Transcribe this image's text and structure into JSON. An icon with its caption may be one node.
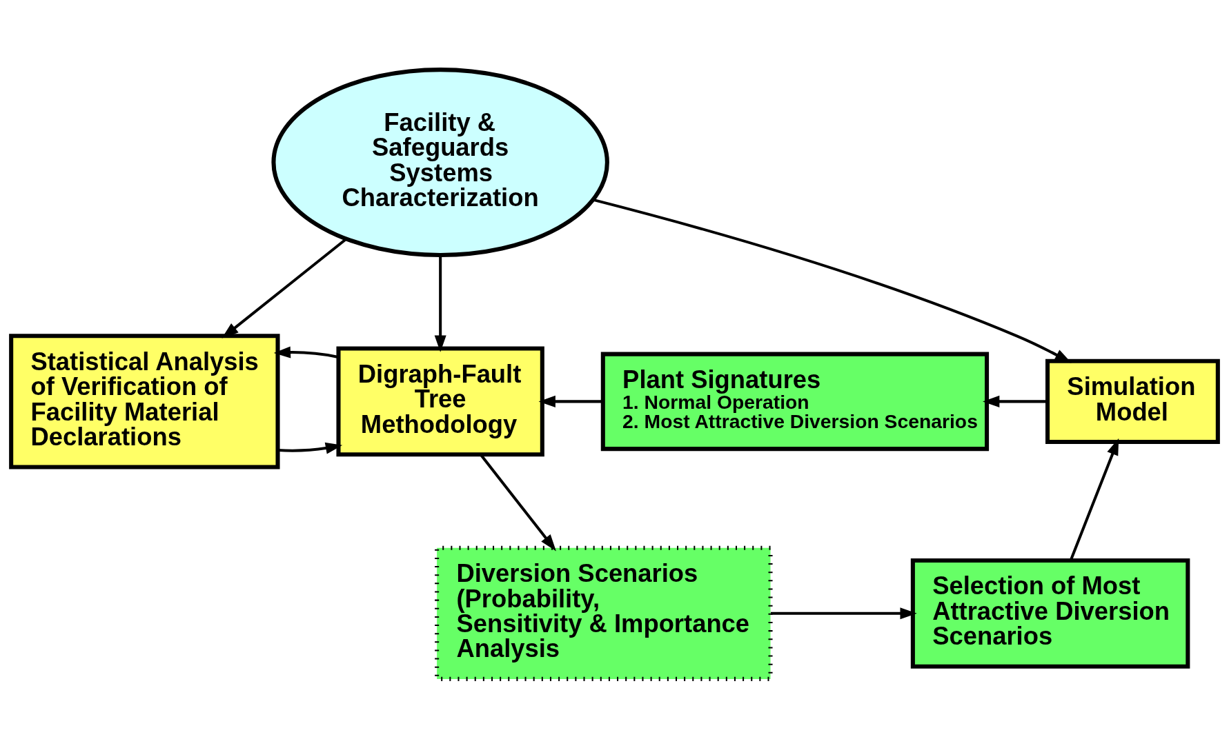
{
  "diagram": {
    "nodes": [
      {
        "text": [
          "Facility & Safeguards Systems Characterization"
        ]
      },
      {
        "text": [
          "Statistical Analysis of Verification of Facility Material Declarations"
        ]
      },
      {
        "text": [
          "Digraph-Fault Tree Methodology"
        ]
      },
      {
        "text": [
          "Plant Signatures",
          "1. Normal Operation",
          "2. Most Attractive Diversion Scenarios"
        ]
      },
      {
        "text": [
          "Simulation Model"
        ]
      },
      {
        "text": [
          "Diversion Scenarios (Probability, Sensitivity & Importance Analysis"
        ]
      },
      {
        "text": [
          "Selection of Most Attractive Diversion Scenarios"
        ]
      }
    ],
    "edges": [
      {
        "from": 0,
        "to": 1,
        "arrow": "to"
      },
      {
        "from": 0,
        "to": 2,
        "arrow": "to"
      },
      {
        "from": 0,
        "to": 4,
        "arrow": "to"
      },
      {
        "from": 1,
        "to": 2,
        "arrow": "to"
      },
      {
        "from": 2,
        "to": 1,
        "arrow": "to"
      },
      {
        "from": 3,
        "to": 2,
        "arrow": "to"
      },
      {
        "from": 4,
        "to": 3,
        "arrow": "to"
      },
      {
        "from": 2,
        "to": 5,
        "arrow": "to"
      },
      {
        "from": 5,
        "to": 6,
        "arrow": "to"
      },
      {
        "from": 6,
        "to": 4,
        "arrow": "to"
      }
    ]
  }
}
